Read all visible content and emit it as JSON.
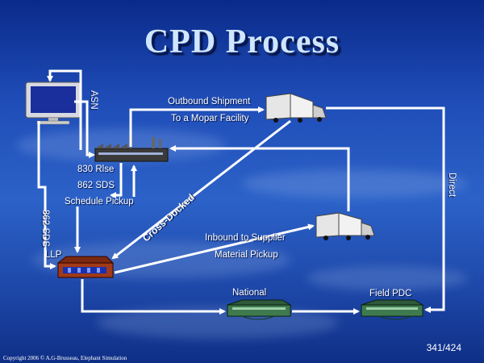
{
  "title": "CPD Process",
  "labels": {
    "asn": "ASN",
    "outbound_line1": "Outbound Shipment",
    "outbound_line2": "To a Mopar Facility",
    "r830": "830 Rlse",
    "s862": "862 SDS",
    "schedule_pickup": "Schedule Pickup",
    "llp_side": "862 SDS",
    "llp": "LLP",
    "cross_docked": "Cross-Docked",
    "inbound_line1": "Inbound to Supplier",
    "inbound_line2": "Material Pickup",
    "direct": "Direct",
    "national": "National",
    "field_pdc": "Field PDC"
  },
  "page_number": "341/424",
  "copyright": "Copyright 2006 © A.G-Brusseau, Elephant Simulation",
  "colors": {
    "arrow": "#ffffff",
    "title": "#cfe6ff",
    "background": "#1f4db8"
  },
  "icons": [
    "computer-monitor-icon",
    "factory-icon",
    "truck-icon",
    "building-icon"
  ]
}
